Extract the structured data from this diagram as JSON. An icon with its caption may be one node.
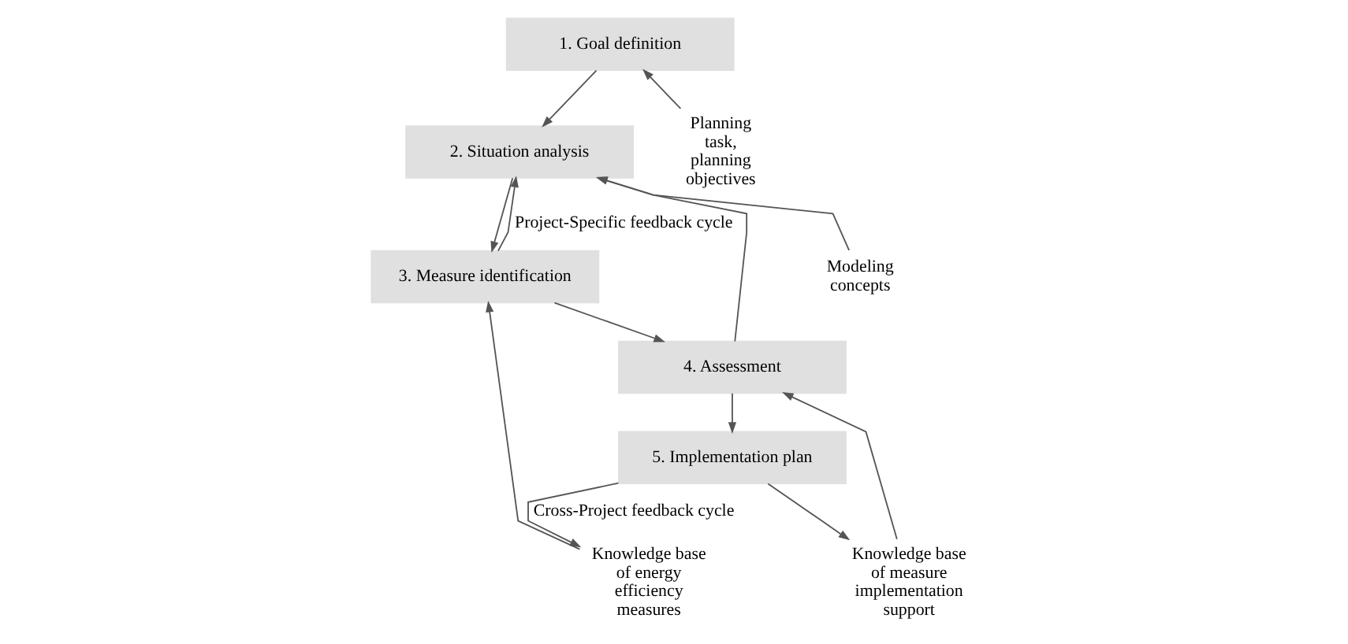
{
  "diagram": {
    "nodes": [
      {
        "text": [
          "1. Goal definition"
        ]
      },
      {
        "text": [
          "2. Situation analysis"
        ]
      },
      {
        "text": [
          "3. Measure identification"
        ]
      },
      {
        "text": [
          "4. Assessment"
        ]
      },
      {
        "text": [
          "5. Implementation plan"
        ]
      },
      {
        "text": [
          "Planning task, planning objectives"
        ]
      },
      {
        "text": [
          "Modeling concepts"
        ]
      },
      {
        "text": [
          "Knowledge base of energy efficiency measures"
        ]
      },
      {
        "text": [
          "Knowledge base of measure implementation support"
        ]
      }
    ],
    "edges": [
      {
        "from": 0,
        "to": 1,
        "arrow": "to"
      },
      {
        "from": 1,
        "to": 2,
        "arrow": "to"
      },
      {
        "from": 2,
        "to": 3,
        "arrow": "to"
      },
      {
        "from": 3,
        "to": 4,
        "arrow": "to"
      },
      {
        "from": 5,
        "to": 0,
        "arrow": "to"
      },
      {
        "from": 6,
        "to": 1,
        "arrow": "to"
      },
      {
        "from": 7,
        "to": 2,
        "arrow": "to"
      },
      {
        "from": 8,
        "to": 3,
        "arrow": "to"
      },
      {
        "from": 2,
        "to": 1,
        "arrow": "to",
        "label": "Project-Specific feedback cycle"
      },
      {
        "from": 3,
        "to": 1,
        "arrow": "to"
      },
      {
        "from": 4,
        "to": 7,
        "arrow": "to",
        "label": "Cross-Project feedback cycle"
      },
      {
        "from": 4,
        "to": 8,
        "arrow": "to"
      }
    ]
  }
}
